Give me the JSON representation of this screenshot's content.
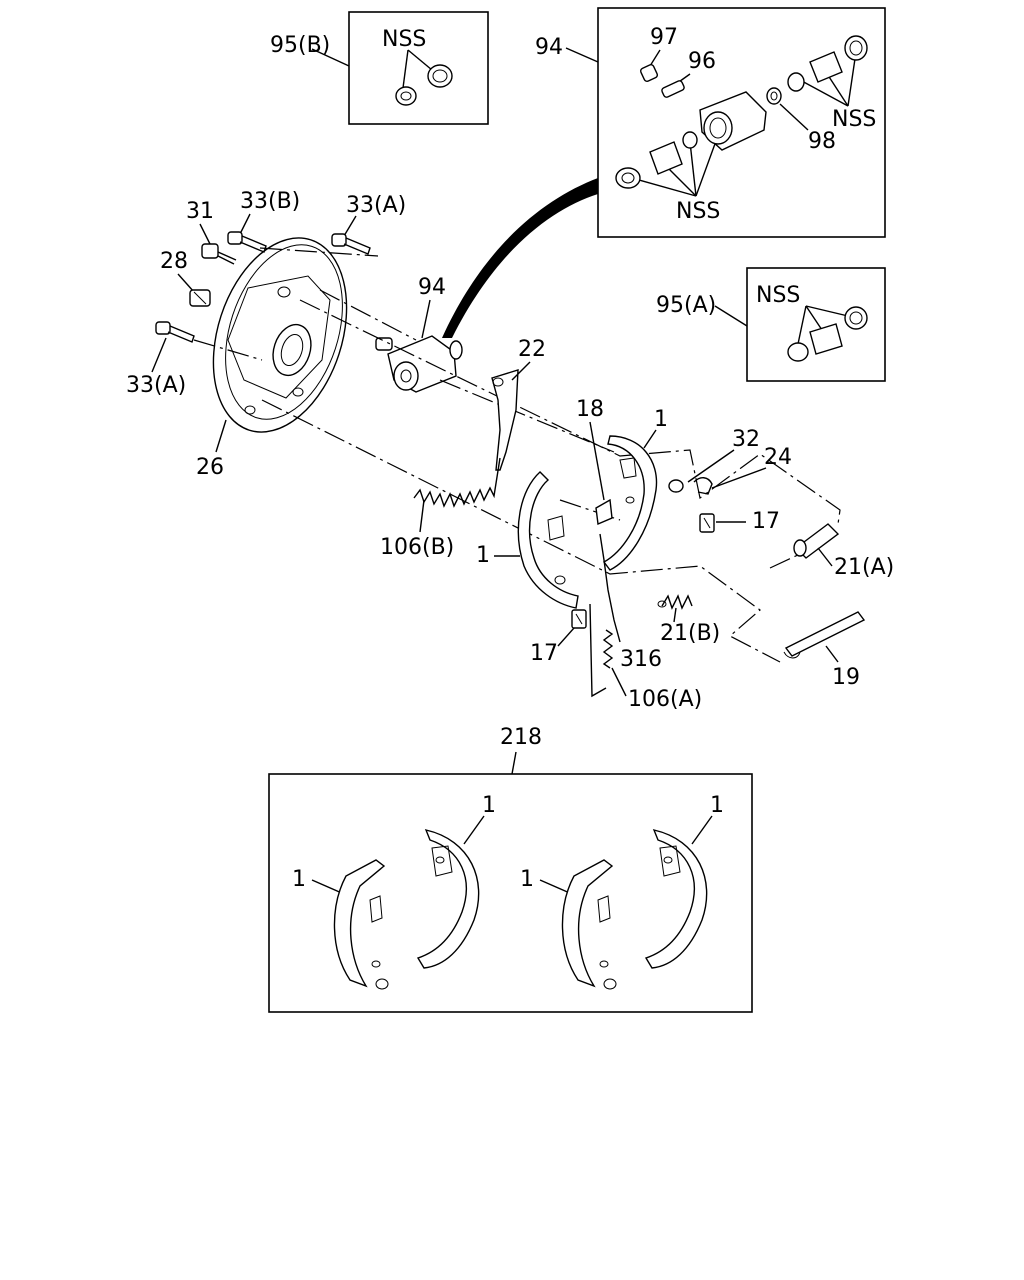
{
  "callouts": {
    "c95b": "95(B)",
    "c94box": "94",
    "c97": "97",
    "c96": "96",
    "c98": "98",
    "nss95b": "NSS",
    "nss94a": "NSS",
    "nss94b": "NSS",
    "nss95a": "NSS",
    "c95a": "95(A)",
    "c31": "31",
    "c33b": "33(B)",
    "c33a_top": "33(A)",
    "c28": "28",
    "c33a_left": "33(A)",
    "c94": "94",
    "c22": "22",
    "c26": "26",
    "c18": "18",
    "c1_top": "1",
    "c32": "32",
    "c24": "24",
    "c17_right": "17",
    "c106b": "106(B)",
    "c1_left": "1",
    "c21a": "21(A)",
    "c21b": "21(B)",
    "c17_bottom": "17",
    "c316": "316",
    "c19": "19",
    "c106a": "106(A)",
    "c218": "218",
    "k1a": "1",
    "k1b": "1",
    "k1c": "1",
    "k1d": "1"
  }
}
